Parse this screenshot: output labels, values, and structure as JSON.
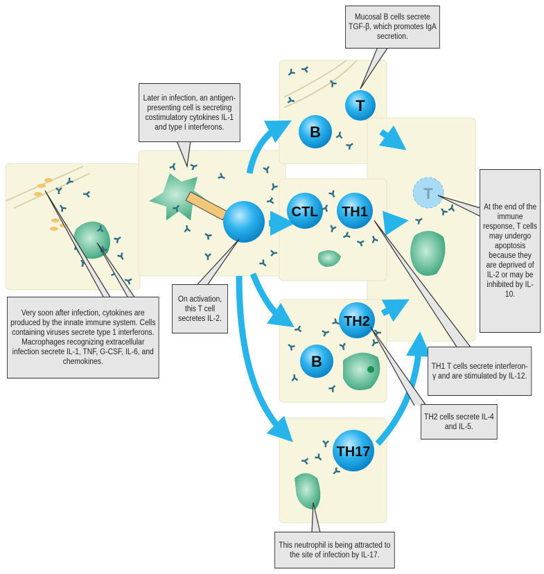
{
  "callouts": {
    "mucosal": "Mucosal B cells secrete TGF-β, which promotes IgA secretion.",
    "later": "Later in infection, an antigen-presenting cell is secreting costimulatory cytokines IL-1 and type I interferons.",
    "early": "Very soon after infection, cytokines are produced by the innate immune system. Cells containing viruses secrete type 1 interferons. Macrophages recognizing extracellular infection secrete IL-1, TNF, G-CSF, IL-6, and chemokines.",
    "activation": "On activation, this T cell secretes IL-2.",
    "apoptosis": "At the end of the immune response, T cells may undergo apoptosis because they are deprived of IL-2 or may be inhibited by IL-10.",
    "th1": "TH1 T cells secrete interferon-γ and are stimulated by IL-12.",
    "th2": "TH2 cells secrete IL-4 and IL-5.",
    "neutrophil": "This neutrophil is being attracted to the site of infection by IL-17."
  },
  "cells": {
    "t_top": "T",
    "b_top": "B",
    "ctl": "CTL",
    "th1": "TH1",
    "th2": "TH2",
    "b_th2": "B",
    "th17": "TH17",
    "t_faded": "T"
  },
  "colors": {
    "panel": "#f8f5df",
    "cell": "#1aa3e0",
    "arrow": "#27b4ea",
    "macrophage": "#3fae84",
    "callout": "#e6e6e6"
  }
}
